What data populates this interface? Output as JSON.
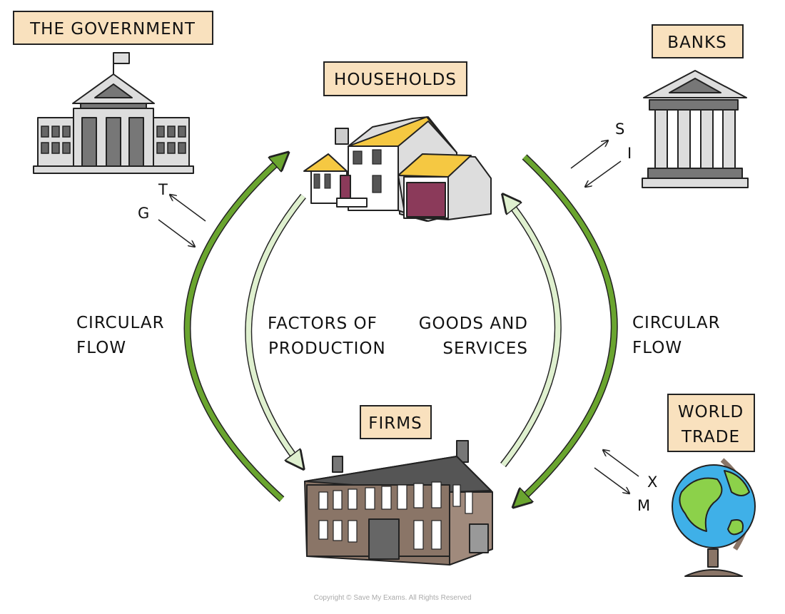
{
  "labels": {
    "government": "THE GOVERNMENT",
    "households": "HOUSEHOLDS",
    "banks": "BANKS",
    "firms": "FIRMS",
    "world_trade_line1": "WORLD",
    "world_trade_line2": "TRADE"
  },
  "flows": {
    "circular_flow_left_1": "CIRCULAR",
    "circular_flow_left_2": "FLOW",
    "circular_flow_right_1": "CIRCULAR",
    "circular_flow_right_2": "FLOW",
    "factors_1": "FACTORS OF",
    "factors_2": "PRODUCTION",
    "goods_1": "GOODS AND",
    "goods_2": "SERVICES"
  },
  "injections_leakages": {
    "taxes": "T",
    "government_spending": "G",
    "savings": "S",
    "investment": "I",
    "exports": "X",
    "imports": "M"
  },
  "copyright": "Copyright © Save My Exams. All Rights Reserved",
  "colors": {
    "label_box": "#f9e1be",
    "circular_flow_arrow": "#6aa52f",
    "inner_flow_arrow": "#dff0cf"
  }
}
